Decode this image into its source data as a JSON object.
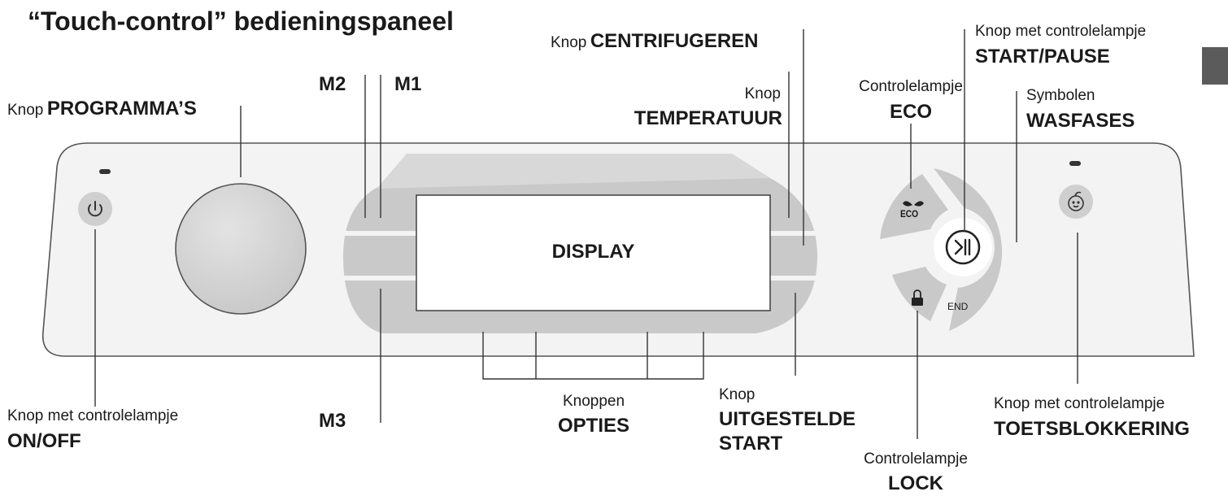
{
  "title": "“Touch-control” bedieningspaneel",
  "display_label": "DISPLAY",
  "panel": {
    "eco_text": "ECO",
    "end_text": "END",
    "icons": {
      "power": "power-icon",
      "dial": "program-dial",
      "start_pause": "play-pause-icon",
      "eco": "leaf-icon",
      "lock": "lock-icon",
      "child_lock": "baby-face-icon"
    }
  },
  "labels": {
    "programs": {
      "prefix": "Knop",
      "name": "PROGRAMMA’S"
    },
    "m2": "M2",
    "m1": "M1",
    "m3": "M3",
    "spin": {
      "prefix": "Knop",
      "name": "CENTRIFUGEREN"
    },
    "temperature": {
      "prefix": "Knop",
      "name": "TEMPERATUUR"
    },
    "eco": {
      "prefix": "Controlelampje",
      "name": "ECO"
    },
    "start_pause": {
      "prefix": "Knop met controlelampje",
      "name": "START/PAUSE"
    },
    "phases": {
      "prefix": "Symbolen",
      "name": "WASFASES"
    },
    "onoff": {
      "prefix": "Knop met controlelampje",
      "name": "ON/OFF"
    },
    "options": {
      "prefix": "Knoppen",
      "name": "OPTIES"
    },
    "delay": {
      "prefix": "Knop",
      "name_line1": "UITGESTELDE",
      "name_line2": "START"
    },
    "lock": {
      "prefix": "Controlelampje",
      "name": "LOCK"
    },
    "childlock": {
      "prefix": "Knop met controlelampje",
      "name": "TOETSBLOKKERING"
    }
  },
  "colors": {
    "panel": "#f2f2f2",
    "panel_stroke": "#555555",
    "gray_area": "#c9c9c9",
    "display": "#ffffff",
    "dial": "#d4d4d4",
    "tab": "#5b5b5b"
  }
}
